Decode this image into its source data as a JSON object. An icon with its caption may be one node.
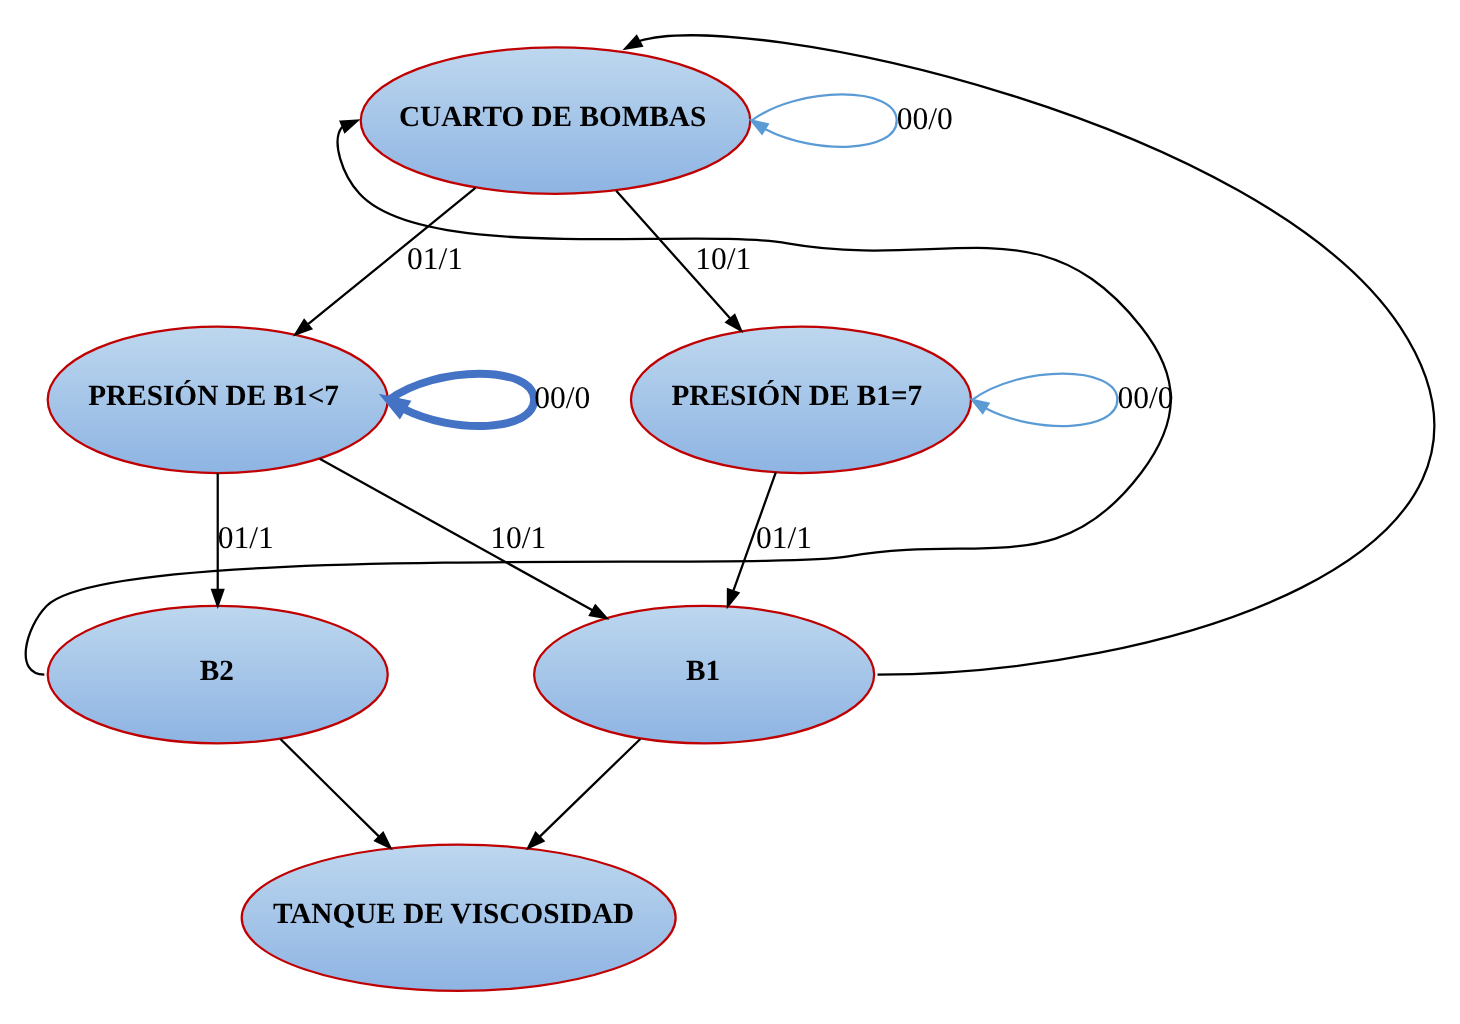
{
  "diagram": {
    "nodes": [
      {
        "text": [
          "CUARTO DE BOMBAS"
        ]
      },
      {
        "text": [
          "PRESIÓN DE B1<7"
        ]
      },
      {
        "text": [
          "PRESIÓN DE B1=7"
        ]
      },
      {
        "text": [
          "B2"
        ]
      },
      {
        "text": [
          "B1"
        ]
      },
      {
        "text": [
          "TANQUE DE VISCOSIDAD"
        ]
      }
    ],
    "edges": [
      {
        "from": 0,
        "to": 0,
        "arrow": "to",
        "label": "00/0",
        "color": "#5b9bd5"
      },
      {
        "from": 0,
        "to": 1,
        "arrow": "to",
        "label": "01/1"
      },
      {
        "from": 0,
        "to": 2,
        "arrow": "to",
        "label": "10/1"
      },
      {
        "from": 1,
        "to": 1,
        "arrow": "to",
        "label": "00/0",
        "color": "#4472c4",
        "style": "thick"
      },
      {
        "from": 2,
        "to": 2,
        "arrow": "to",
        "label": "00/0",
        "color": "#5b9bd5"
      },
      {
        "from": 1,
        "to": 3,
        "arrow": "to",
        "label": "01/1"
      },
      {
        "from": 1,
        "to": 4,
        "arrow": "to",
        "label": "10/1"
      },
      {
        "from": 2,
        "to": 4,
        "arrow": "to",
        "label": "01/1"
      },
      {
        "from": 3,
        "to": 0,
        "arrow": "to"
      },
      {
        "from": 4,
        "to": 0,
        "arrow": "to"
      },
      {
        "from": 3,
        "to": 5,
        "arrow": "to"
      },
      {
        "from": 4,
        "to": 5,
        "arrow": "to"
      }
    ]
  }
}
